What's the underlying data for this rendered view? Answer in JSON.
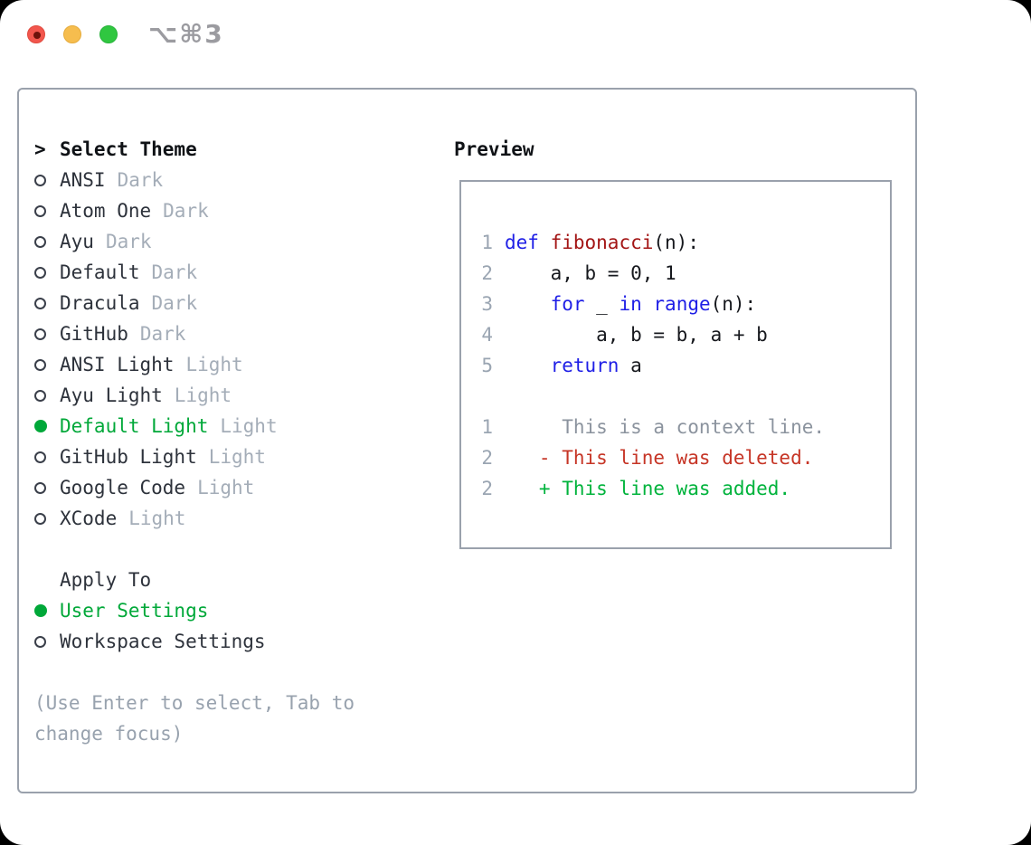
{
  "titlebar": {
    "shortcut": "⌥⌘3",
    "controls": [
      "close",
      "minimize",
      "zoom"
    ],
    "modified_indicator": true
  },
  "theme_picker": {
    "cursor": ">",
    "title": "Select Theme",
    "items": [
      {
        "name": "ANSI",
        "variant": "Dark",
        "selected": false
      },
      {
        "name": "Atom One",
        "variant": "Dark",
        "selected": false
      },
      {
        "name": "Ayu",
        "variant": "Dark",
        "selected": false
      },
      {
        "name": "Default",
        "variant": "Dark",
        "selected": false
      },
      {
        "name": "Dracula",
        "variant": "Dark",
        "selected": false
      },
      {
        "name": "GitHub",
        "variant": "Dark",
        "selected": false
      },
      {
        "name": "ANSI Light",
        "variant": "Light",
        "selected": false
      },
      {
        "name": "Ayu Light",
        "variant": "Light",
        "selected": false
      },
      {
        "name": "Default Light",
        "variant": "Light",
        "selected": true
      },
      {
        "name": "GitHub Light",
        "variant": "Light",
        "selected": false
      },
      {
        "name": "Google Code",
        "variant": "Light",
        "selected": false
      },
      {
        "name": "XCode",
        "variant": "Light",
        "selected": false
      }
    ],
    "apply_to": {
      "title": "Apply To",
      "options": [
        {
          "label": "User Settings",
          "selected": true
        },
        {
          "label": "Workspace Settings",
          "selected": false
        }
      ]
    },
    "help_lines": [
      "(Use Enter to select, Tab to",
      "change focus)"
    ]
  },
  "preview": {
    "title": "Preview",
    "code_lines": [
      {
        "num": "1",
        "tokens": [
          {
            "t": "def",
            "c": "kw"
          },
          {
            "t": " ",
            "c": "plain"
          },
          {
            "t": "fibonacci",
            "c": "fn"
          },
          {
            "t": "(n):",
            "c": "plain"
          }
        ]
      },
      {
        "num": "2",
        "tokens": [
          {
            "t": "    a, b = 0, 1",
            "c": "plain"
          }
        ]
      },
      {
        "num": "3",
        "tokens": [
          {
            "t": "    ",
            "c": "plain"
          },
          {
            "t": "for",
            "c": "kw"
          },
          {
            "t": " _ ",
            "c": "plain"
          },
          {
            "t": "in",
            "c": "kw"
          },
          {
            "t": " ",
            "c": "plain"
          },
          {
            "t": "range",
            "c": "kw"
          },
          {
            "t": "(n):",
            "c": "plain"
          }
        ]
      },
      {
        "num": "4",
        "tokens": [
          {
            "t": "        a, b = b, a + b",
            "c": "plain"
          }
        ]
      },
      {
        "num": "5",
        "tokens": [
          {
            "t": "    ",
            "c": "plain"
          },
          {
            "t": "return",
            "c": "kw"
          },
          {
            "t": " a",
            "c": "plain"
          }
        ]
      },
      {
        "num": "",
        "tokens": []
      },
      {
        "num": "1",
        "tokens": [
          {
            "t": "     This is a context line.",
            "c": "ctx"
          }
        ]
      },
      {
        "num": "2",
        "tokens": [
          {
            "t": "   - This line was deleted.",
            "c": "del"
          }
        ]
      },
      {
        "num": "2",
        "tokens": [
          {
            "t": "   + This line was added.",
            "c": "add"
          }
        ]
      }
    ]
  },
  "colors": {
    "accent-green": "#00a839",
    "added-green": "#00b33c",
    "deleted-red": "#c63526",
    "keyword-blue": "#1f1fe6",
    "function-red": "#a31515",
    "code-black": "#16181d",
    "text-strong": "#0f1216",
    "text-primary": "#2d323b",
    "muted-gray": "#a4adb8",
    "help-gray": "#98a2ae",
    "line-number-gray": "#9aa5b2",
    "context-gray": "#8b939e",
    "border-gray": "#9aa1ac",
    "bullet-gray": "#3a3f4a",
    "shortcut-gray": "#9b9ba0",
    "tl-red": "#f2564d",
    "tl-yellow": "#f6bd4e",
    "tl-green": "#30c740",
    "tl-dot": "#6e120b"
  }
}
